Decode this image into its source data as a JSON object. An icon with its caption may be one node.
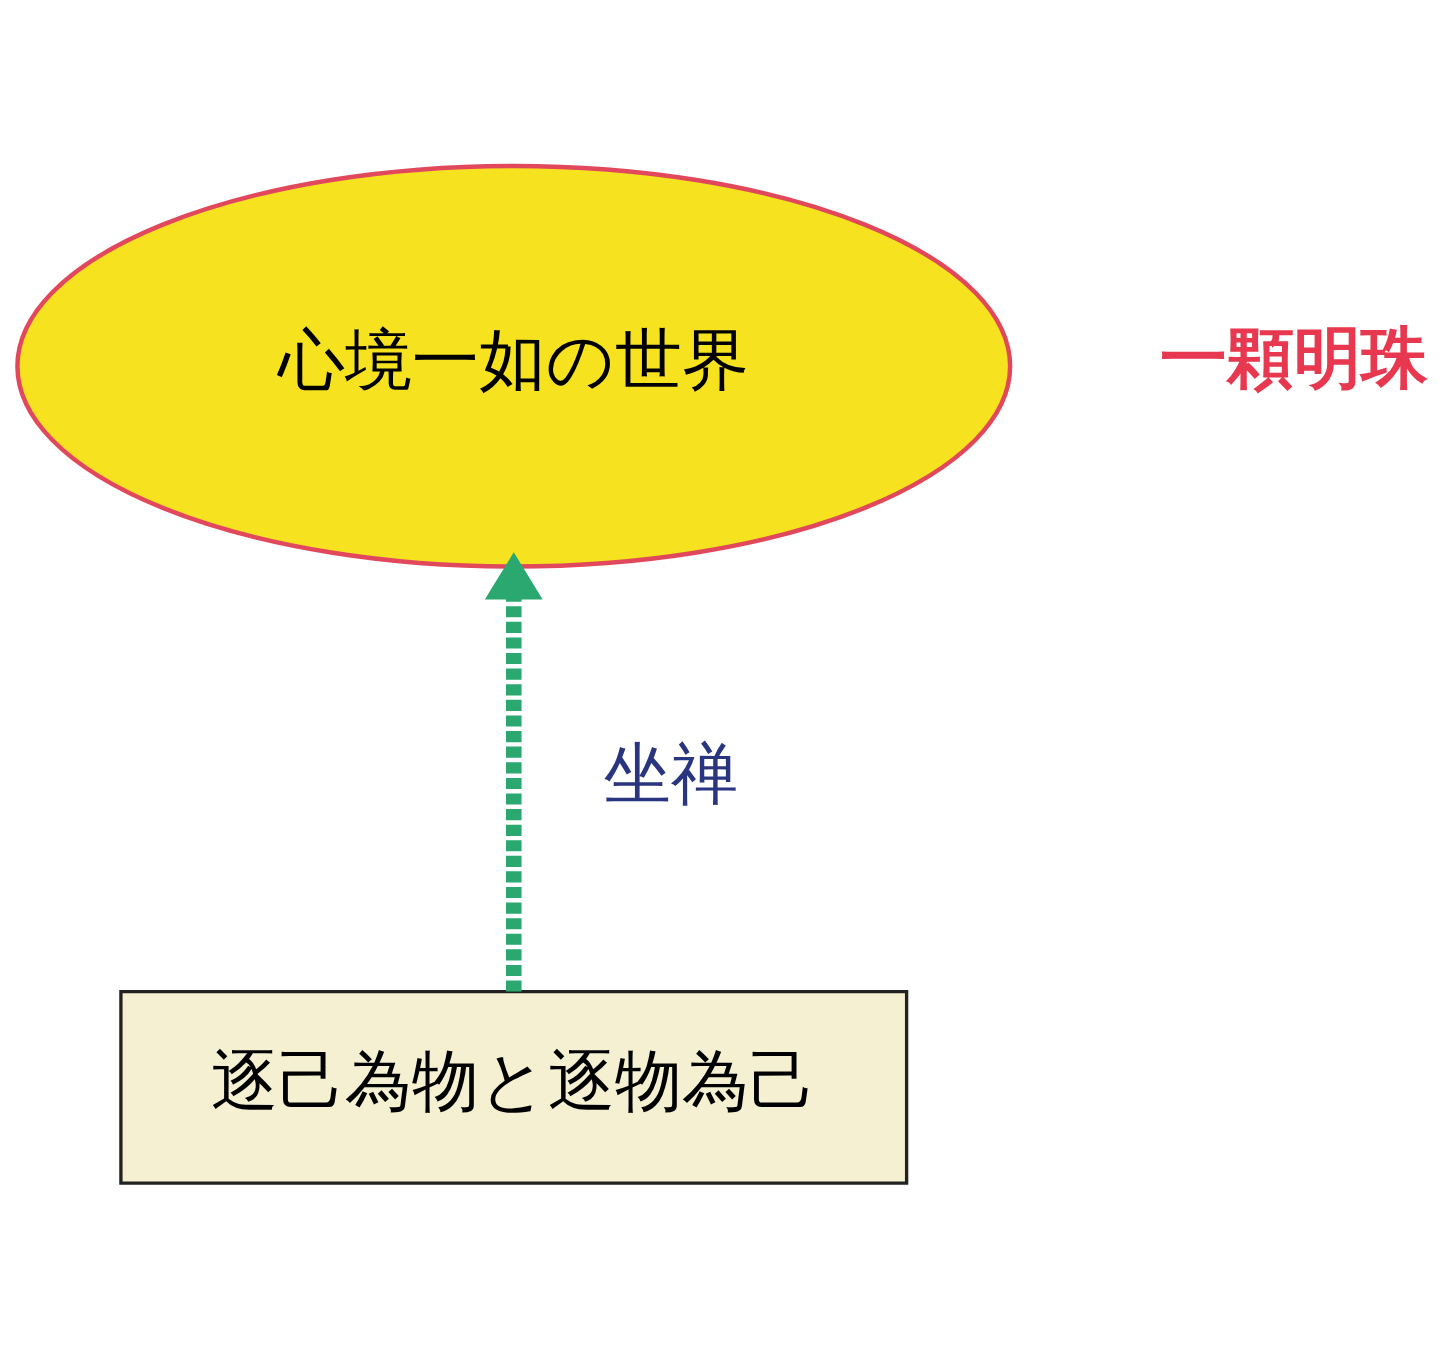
{
  "diagram": {
    "nodes": [
      {
        "text": [
          "心境一如の世界"
        ],
        "beside": [
          "一顆明珠"
        ]
      },
      {
        "text": [
          "逐己為物と逐物為己"
        ]
      }
    ],
    "edges": [
      {
        "from": 1,
        "to": 0,
        "arrow": "to",
        "label": "坐禅",
        "style": "dashed",
        "color": "#2aa870"
      }
    ]
  }
}
